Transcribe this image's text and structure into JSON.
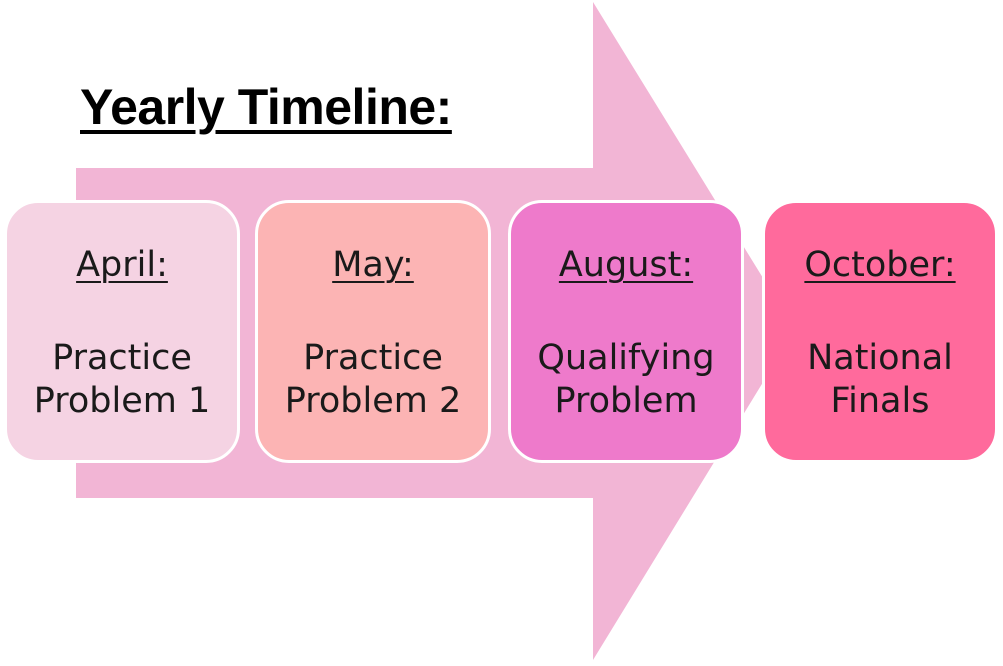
{
  "title": "Yearly Timeline:",
  "colors": {
    "arrow": "#F2B5D5",
    "box_border": "#FFFFFF",
    "text": "#1A1A1A"
  },
  "stages": [
    {
      "month": "April:",
      "event_line1": "Practice",
      "event_line2": "Problem 1",
      "color": "#F5D3E3"
    },
    {
      "month": "May:",
      "event_line1": "Practice",
      "event_line2": "Problem 2",
      "color": "#FCB4B4"
    },
    {
      "month": "August:",
      "event_line1": "Qualifying",
      "event_line2": "Problem",
      "color": "#EE7ACB"
    },
    {
      "month": "October:",
      "event_line1": "National",
      "event_line2": "Finals",
      "color": "#FF6A9C"
    }
  ]
}
